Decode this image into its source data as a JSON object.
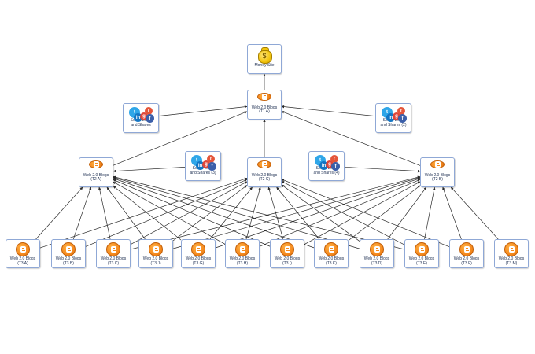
{
  "diagram": {
    "money_site": {
      "id": "money",
      "label": "Money Site",
      "icon": "money-bag-icon"
    },
    "tier1": [
      {
        "id": "t1a",
        "label": "Web 2.0 Blogs",
        "sub": "(T1 A)"
      }
    ],
    "tier2": [
      {
        "id": "t2a",
        "label": "Web 2.0 Blogs",
        "sub": "(T2 A)"
      },
      {
        "id": "t2c",
        "label": "Web 2.0 Blogs",
        "sub": "(T2 C)"
      },
      {
        "id": "t2b",
        "label": "Web 2.0 Blogs",
        "sub": "(T2 B)"
      }
    ],
    "social": [
      {
        "id": "s1",
        "label": "Social Links",
        "sub": "and Shares"
      },
      {
        "id": "s2",
        "label": "Social Links",
        "sub": "and Shares (2)"
      },
      {
        "id": "s3",
        "label": "Social Links",
        "sub": "and Shares (3)"
      },
      {
        "id": "s4",
        "label": "Social Links",
        "sub": "and Shares (4)"
      }
    ],
    "tier3": [
      {
        "id": "t3a",
        "label": "Web 2.0 Blogs",
        "sub": "(T3 A)"
      },
      {
        "id": "t3b",
        "label": "Web 2.0 Blogs",
        "sub": "(T3 B)"
      },
      {
        "id": "t3c",
        "label": "Web 2.0 Blogs",
        "sub": "(T3 C)"
      },
      {
        "id": "t3j",
        "label": "Web 2.0 Blogs",
        "sub": "(T3 J)"
      },
      {
        "id": "t3g",
        "label": "Web 2.0 Blogs",
        "sub": "(T3 G)"
      },
      {
        "id": "t3h",
        "label": "Web 2.0 Blogs",
        "sub": "(T3 H)"
      },
      {
        "id": "t3i",
        "label": "Web 2.0 Blogs",
        "sub": "(T3 I)"
      },
      {
        "id": "t3k",
        "label": "Web 2.0 Blogs",
        "sub": "(T3 K)"
      },
      {
        "id": "t3d",
        "label": "Web 2.0 Blogs",
        "sub": "(T3 D)"
      },
      {
        "id": "t3e",
        "label": "Web 2.0 Blogs",
        "sub": "(T3 E)"
      },
      {
        "id": "t3f",
        "label": "Web 2.0 Blogs",
        "sub": "(T3 F)"
      },
      {
        "id": "t3m",
        "label": "Web 2.0 Blogs",
        "sub": "(T3 M)"
      }
    ],
    "edges": [
      [
        "t1a",
        "money"
      ],
      [
        "t2a",
        "t1a"
      ],
      [
        "t2c",
        "t1a"
      ],
      [
        "t2b",
        "t1a"
      ],
      [
        "s1",
        "t1a"
      ],
      [
        "s2",
        "t1a"
      ],
      [
        "s3",
        "t2a"
      ],
      [
        "s4",
        "t2b"
      ],
      [
        "t3a",
        "t2a"
      ],
      [
        "t3a",
        "t2c"
      ],
      [
        "t3b",
        "t2a"
      ],
      [
        "t3b",
        "t2c"
      ],
      [
        "t3c",
        "t2a"
      ],
      [
        "t3c",
        "t2c"
      ],
      [
        "t3c",
        "t2b"
      ],
      [
        "t3j",
        "t2a"
      ],
      [
        "t3j",
        "t2c"
      ],
      [
        "t3j",
        "t2b"
      ],
      [
        "t3g",
        "t2a"
      ],
      [
        "t3g",
        "t2c"
      ],
      [
        "t3g",
        "t2b"
      ],
      [
        "t3h",
        "t2a"
      ],
      [
        "t3h",
        "t2c"
      ],
      [
        "t3h",
        "t2b"
      ],
      [
        "t3i",
        "t2a"
      ],
      [
        "t3i",
        "t2c"
      ],
      [
        "t3i",
        "t2b"
      ],
      [
        "t3k",
        "t2a"
      ],
      [
        "t3k",
        "t2c"
      ],
      [
        "t3k",
        "t2b"
      ],
      [
        "t3d",
        "t2a"
      ],
      [
        "t3d",
        "t2c"
      ],
      [
        "t3d",
        "t2b"
      ],
      [
        "t3e",
        "t2a"
      ],
      [
        "t3e",
        "t2c"
      ],
      [
        "t3e",
        "t2b"
      ],
      [
        "t3f",
        "t2c"
      ],
      [
        "t3f",
        "t2b"
      ],
      [
        "t3m",
        "t2b"
      ]
    ]
  }
}
